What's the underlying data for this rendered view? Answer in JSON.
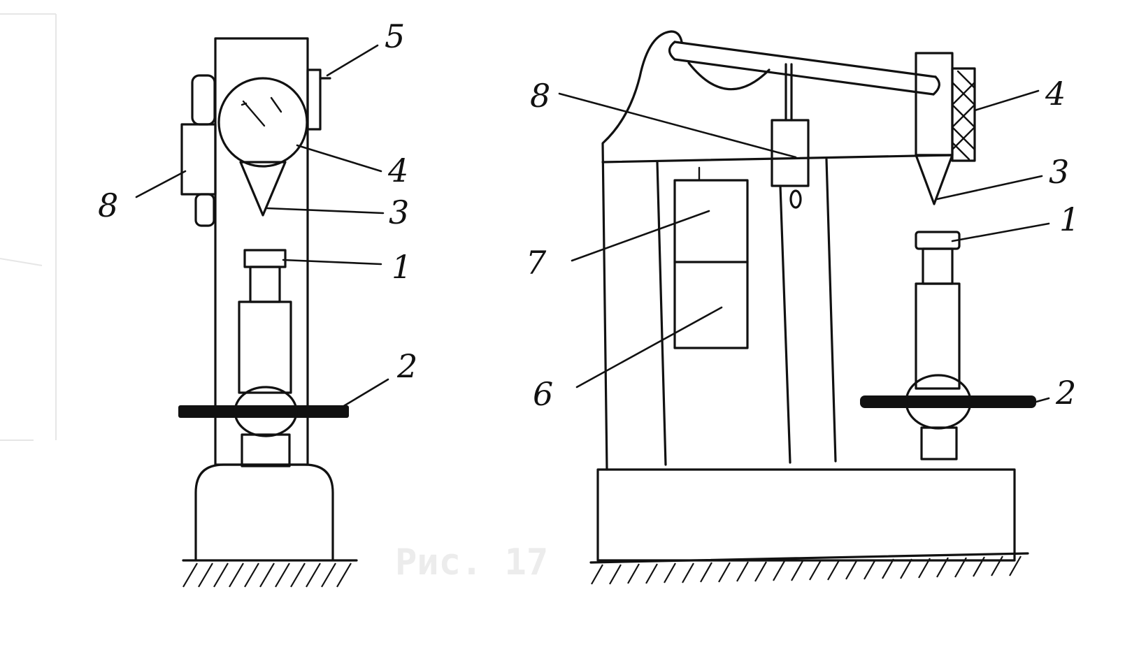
{
  "caption": "Рис. 17",
  "left_device": {
    "labels": [
      "5",
      "4",
      "3",
      "8",
      "1",
      "2"
    ]
  },
  "right_device": {
    "labels": [
      "8",
      "4",
      "3",
      "1",
      "7",
      "6",
      "2"
    ]
  }
}
